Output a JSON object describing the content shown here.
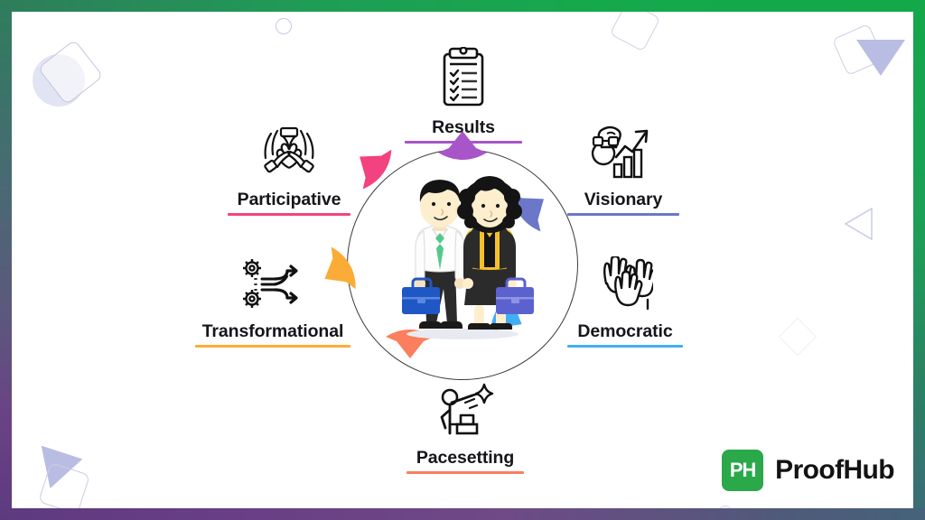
{
  "frame": {
    "top_gradient": [
      "#2e7d5b",
      "#13a84a"
    ],
    "right_gradient": [
      "#13a84a",
      "#3c6b77"
    ],
    "bottom_gradient": [
      "#5d3a7e",
      "#45627a"
    ],
    "left_gradient": [
      "#2e7d5b",
      "#5d3a7e"
    ]
  },
  "wheel": {
    "center_illustration": "two-business-people-illustration",
    "ring_color": "#3a3a3a"
  },
  "styles": [
    {
      "id": "results",
      "label": "Results",
      "color": "#a855c9",
      "icon": "clipboard-checklist-icon",
      "angle": -90
    },
    {
      "id": "visionary",
      "label": "Visionary",
      "color": "#6b78c9",
      "icon": "binoculars-growth-chart-icon",
      "angle": -36
    },
    {
      "id": "democratic",
      "label": "Democratic",
      "color": "#41aef4",
      "icon": "raised-hands-icon",
      "angle": 30
    },
    {
      "id": "pacesetting",
      "label": "Pacesetting",
      "color": "#fa7f5e",
      "icon": "person-climbing-steps-star-icon",
      "angle": 90
    },
    {
      "id": "transformational",
      "label": "Transformational",
      "color": "#fbac37",
      "icon": "gears-arrows-icon",
      "angle": 150
    },
    {
      "id": "participative",
      "label": "Participative",
      "color": "#f2427f",
      "icon": "hands-together-teamwork-icon",
      "angle": -144
    }
  ],
  "logo": {
    "mark_text": "PH",
    "mark_color": "#2aa84a",
    "name": "ProofHub"
  }
}
